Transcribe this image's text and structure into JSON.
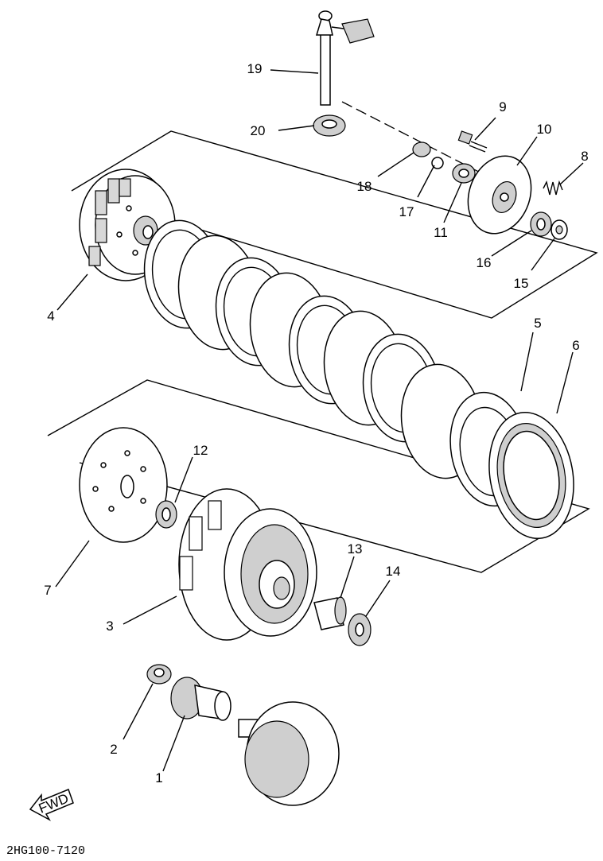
{
  "diagram_code": "2HG100-7120",
  "fwd_label": "FWD",
  "callouts": [
    {
      "id": "1",
      "name": "callout-1"
    },
    {
      "id": "2",
      "name": "callout-2"
    },
    {
      "id": "3",
      "name": "callout-3"
    },
    {
      "id": "4",
      "name": "callout-4"
    },
    {
      "id": "5",
      "name": "callout-5"
    },
    {
      "id": "6",
      "name": "callout-6"
    },
    {
      "id": "7",
      "name": "callout-7"
    },
    {
      "id": "8",
      "name": "callout-8"
    },
    {
      "id": "9",
      "name": "callout-9"
    },
    {
      "id": "10",
      "name": "callout-10"
    },
    {
      "id": "11",
      "name": "callout-11"
    },
    {
      "id": "12",
      "name": "callout-12"
    },
    {
      "id": "13",
      "name": "callout-13"
    },
    {
      "id": "14",
      "name": "callout-14"
    },
    {
      "id": "15",
      "name": "callout-15"
    },
    {
      "id": "16",
      "name": "callout-16"
    },
    {
      "id": "17",
      "name": "callout-17"
    },
    {
      "id": "18",
      "name": "callout-18"
    },
    {
      "id": "19",
      "name": "callout-19"
    },
    {
      "id": "20",
      "name": "callout-20"
    }
  ]
}
